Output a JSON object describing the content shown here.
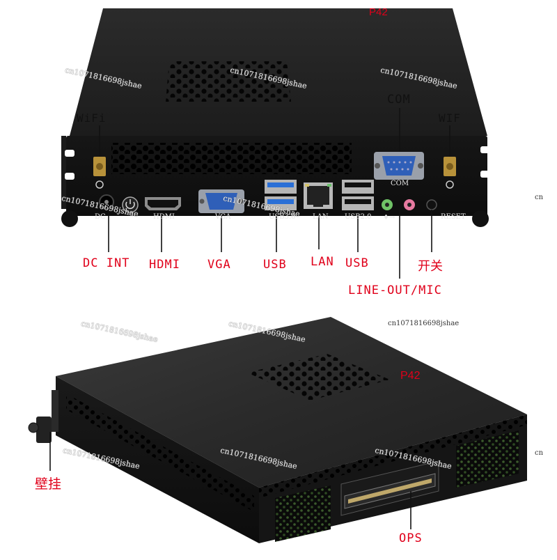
{
  "top_view": {
    "model": "P42",
    "ports": {
      "wifi_left": "WiFi",
      "wifi_right": "WIF",
      "com_label": "COM",
      "com_port_text": "COM",
      "dc_port_text": "DC",
      "hdmi_port_text": "HDMI",
      "vga_port_text": "VGA",
      "usb3_port_text": "USB3.0",
      "lan_port_text": "LAN",
      "usb2_port_text": "USB2.0",
      "reset_port_text": "RESET",
      "mic_port_text": "♦→"
    },
    "callouts": {
      "dc": "DC  INT",
      "hdmi": "HDMI",
      "vga": "VGA",
      "usb_left": "USB",
      "lan": "LAN",
      "usb_right": "USB",
      "switch": "开关",
      "line_out": "LINE-OUT/MIC"
    }
  },
  "bottom_view": {
    "model": "P42",
    "wall_mount": "壁挂",
    "ops": "OPS"
  },
  "watermark": {
    "text": "cn1071816698jshae",
    "edge": "cn"
  },
  "colors": {
    "callout_red": "#e0001a",
    "chassis": "#262626",
    "usb3_blue": "#2a6fd6",
    "vga_blue": "#2f5fb8"
  }
}
